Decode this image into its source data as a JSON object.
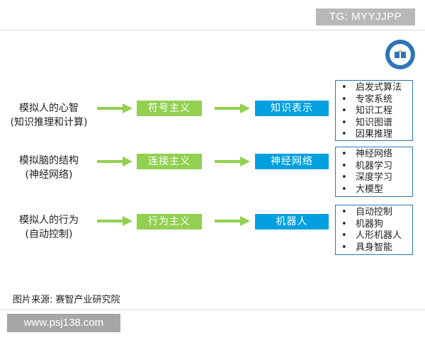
{
  "header": {
    "tag": "TG: MYYJJPP"
  },
  "rows": [
    {
      "label_line1": "模拟人的心智",
      "label_line2": "(知识推理和计算)",
      "approach": "符号主义",
      "representation": "知识表示",
      "items": [
        "启发式算法",
        "专家系统",
        "知识工程",
        "知识图谱",
        "因果推理"
      ]
    },
    {
      "label_line1": "模拟脑的结构",
      "label_line2": "(神经网络)",
      "approach": "连接主义",
      "representation": "神经网络",
      "items": [
        "神经网络",
        "机器学习",
        "深度学习",
        "大模型"
      ]
    },
    {
      "label_line1": "模拟人的行为",
      "label_line2": "(自动控制)",
      "approach": "行为主义",
      "representation": "机器人",
      "items": [
        "自动控制",
        "机器狗",
        "人形机器人",
        "具身智能"
      ]
    }
  ],
  "bullet_glyph": "•",
  "source_text": "图片来源:  赛智产业研究院",
  "watermark": "www.psj138.com",
  "colors": {
    "arrow": "#92d050",
    "approach_box": "#92d050",
    "representation_box": "#00a0e0",
    "list_border": "#2e75b6"
  },
  "logo_icon": "institute-seal-icon"
}
